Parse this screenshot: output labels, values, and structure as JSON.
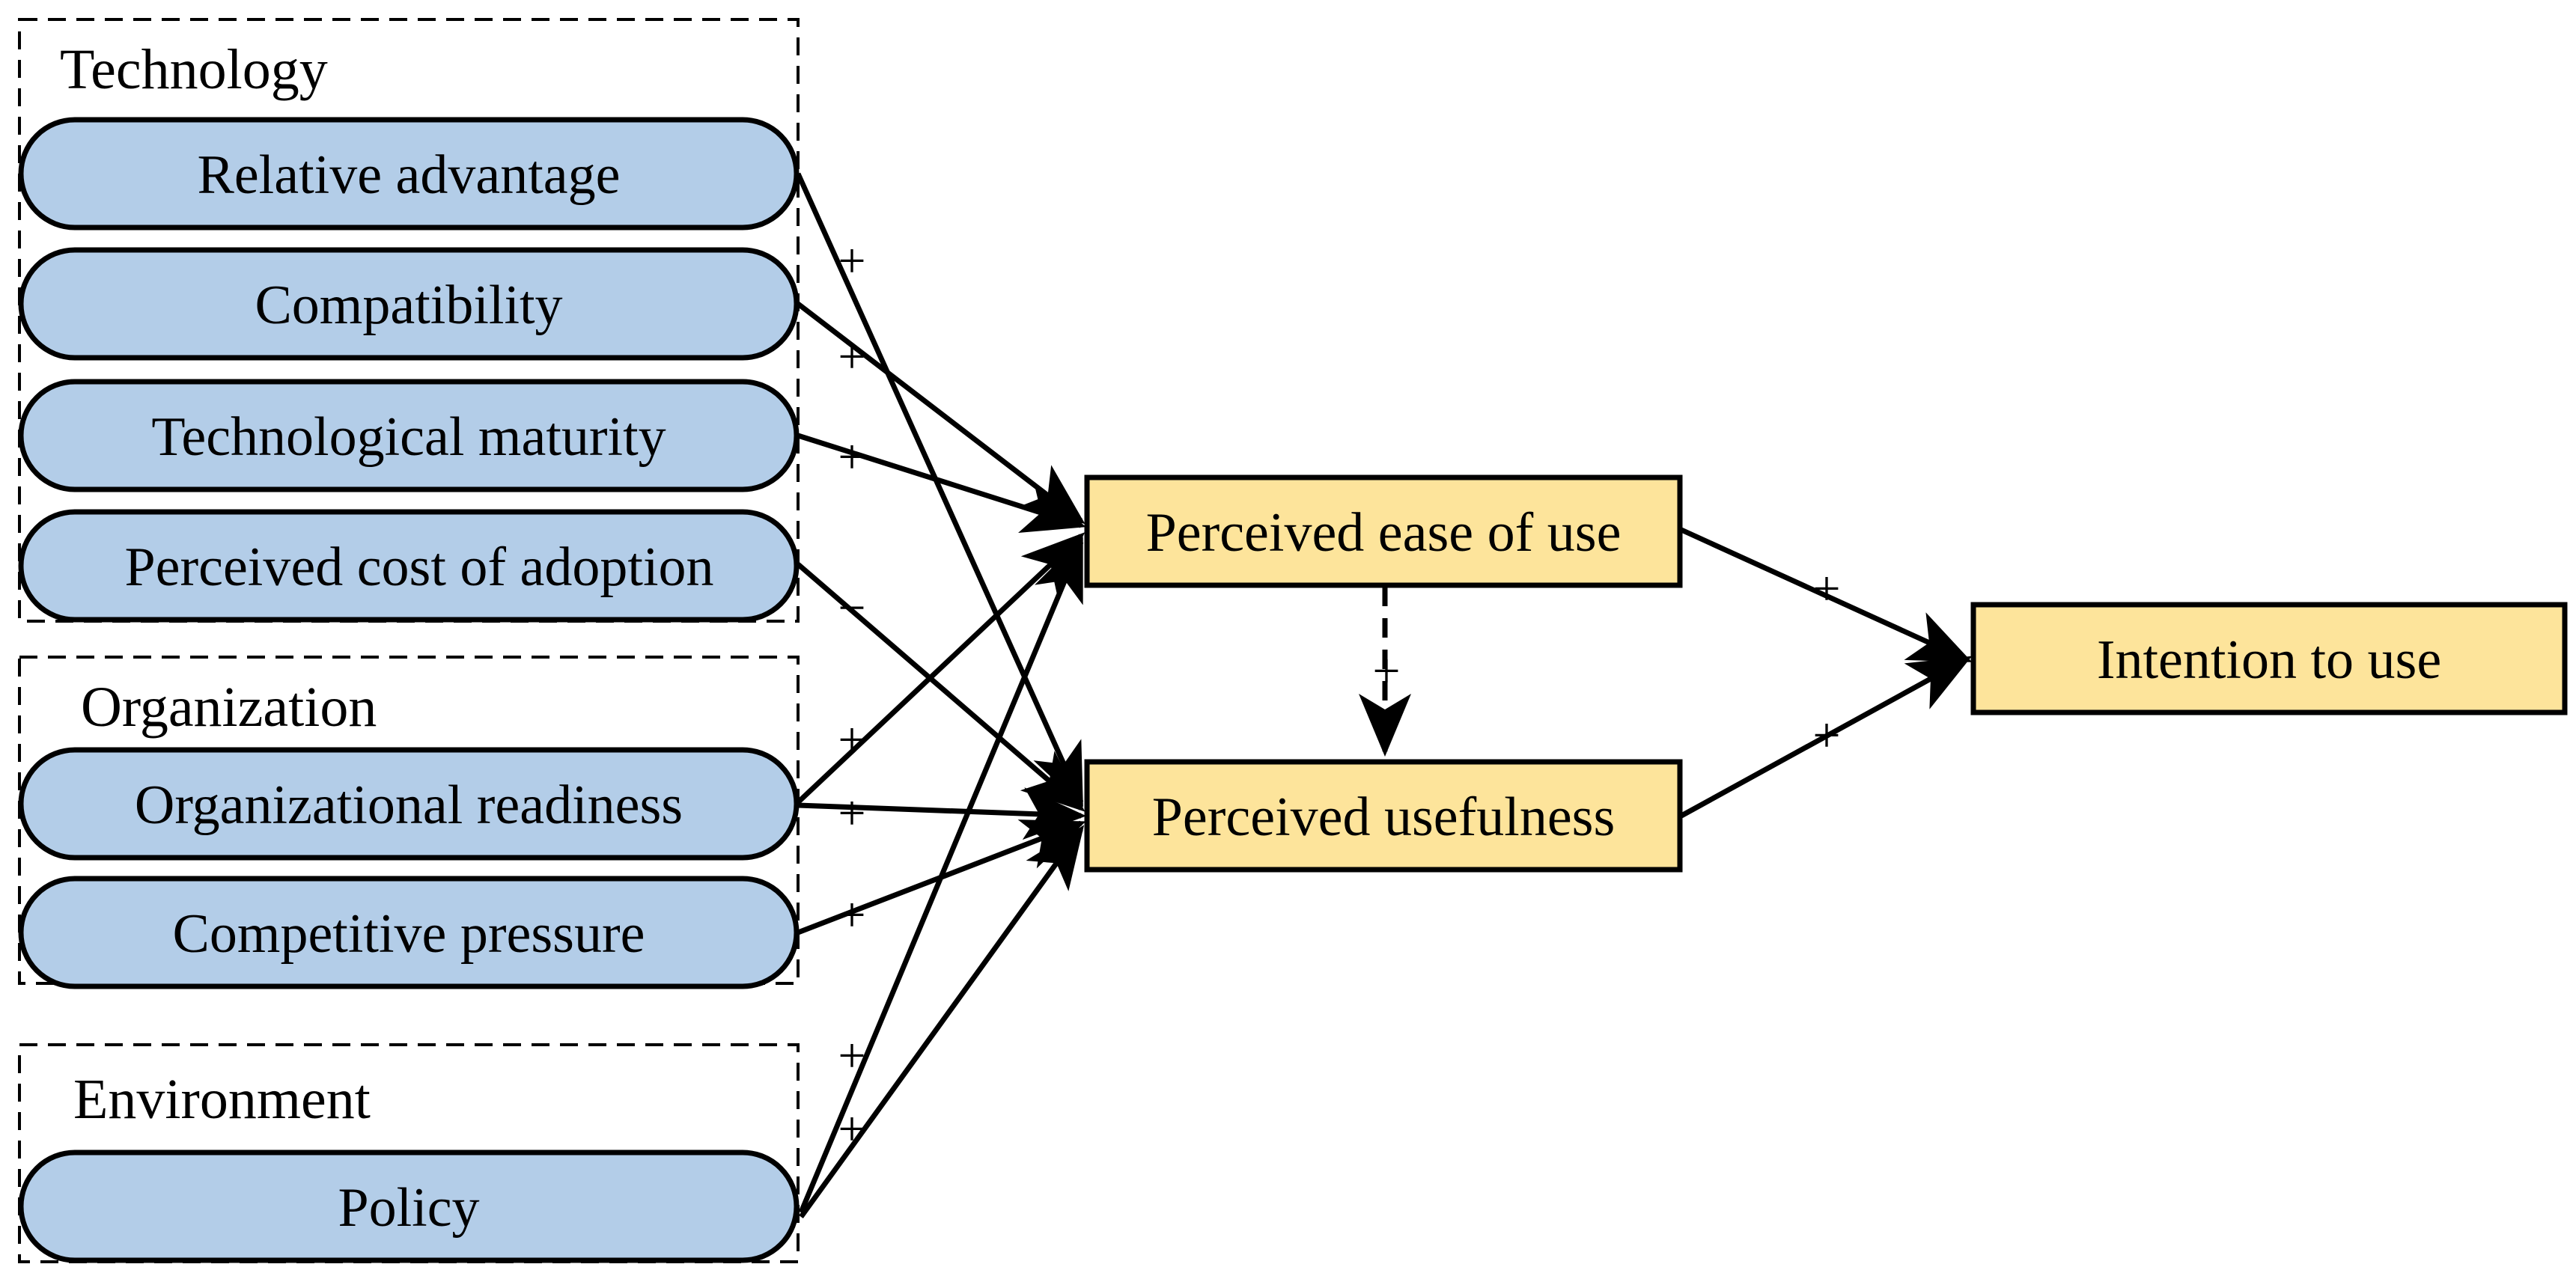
{
  "groups": {
    "technology": "Technology",
    "organization": "Organization",
    "environment": "Environment"
  },
  "factors": {
    "relative_advantage": "Relative advantage",
    "compatibility": "Compatibility",
    "technological_maturity": "Technological maturity",
    "perceived_cost": "Perceived cost of adoption",
    "organizational_readiness": "Organizational readiness",
    "competitive_pressure": "Competitive pressure",
    "policy": "Policy"
  },
  "constructs": {
    "peou": "Perceived ease of use",
    "pu": "Perceived usefulness",
    "itu": "Intention to use"
  },
  "signs": {
    "positive": "+",
    "negative": "−"
  },
  "colors": {
    "factor_fill": "#b3cde8",
    "construct_fill": "#fde49b",
    "stroke": "#000000"
  }
}
